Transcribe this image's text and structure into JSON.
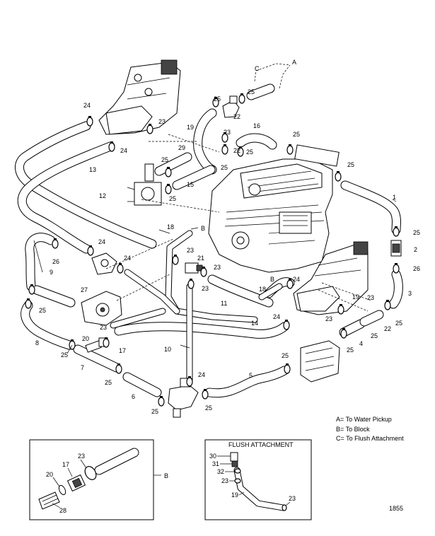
{
  "callouts": {
    "a": "A",
    "b": "B",
    "c": "C",
    "n1": "1",
    "n2": "2",
    "n3": "3",
    "n4": "4",
    "n5": "5",
    "n6": "6",
    "n7": "7",
    "n8": "8",
    "n9": "9",
    "n10": "10",
    "n11": "11",
    "n12": "12",
    "n13": "13",
    "n14": "14",
    "n15": "15",
    "n16": "16",
    "n17": "17",
    "n18": "18",
    "n19": "19",
    "n20": "20",
    "n21": "21",
    "n22": "22",
    "n23": "23",
    "n24": "24",
    "n25": "25",
    "n26": "26",
    "n27": "27",
    "n28": "28",
    "n29": "29",
    "n30": "30",
    "n31": "31",
    "n32": "32"
  },
  "legend": {
    "a": "A= To Water Pickup",
    "b": "B= To Block",
    "c": "C= To Flush Attachment"
  },
  "inset_flush": {
    "title": "FLUSH ATTACHMENT"
  },
  "inset_b": {
    "ref": "B"
  },
  "figure_number": "1855",
  "icons": [
    "engine-block",
    "exhaust-manifold",
    "thermostat-housing",
    "water-pump",
    "fuel-cooler",
    "hose-clamp"
  ]
}
